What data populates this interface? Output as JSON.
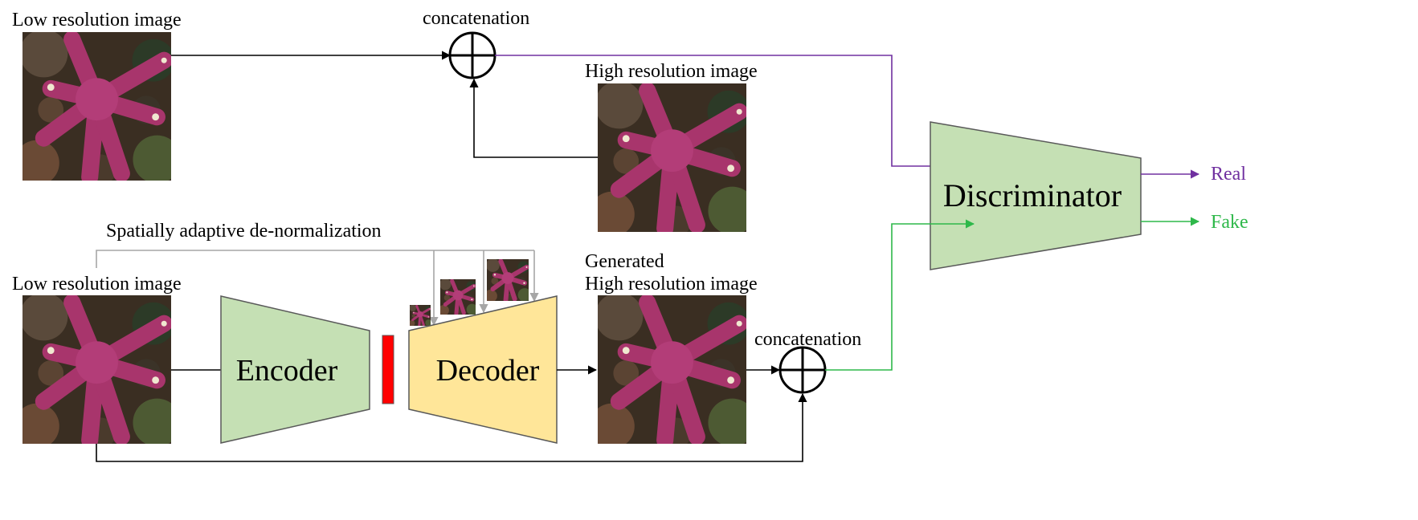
{
  "labels": {
    "low_res_top": "Low resolution image",
    "concat_top": "concatenation",
    "high_res": "High resolution image",
    "spade": "Spatially adaptive de-normalization",
    "low_res_bottom": "Low resolution image",
    "generated_line1": "Generated",
    "generated_line2": "High resolution image",
    "concat_bottom": "concatenation",
    "encoder": "Encoder",
    "decoder": "Decoder",
    "discriminator": "Discriminator",
    "real": "Real",
    "fake": "Fake"
  },
  "colors": {
    "encoder_fill": "#c5e0b4",
    "discriminator_fill": "#c5e0b4",
    "decoder_fill": "#ffe699",
    "block_stroke": "#595959",
    "latent_fill": "#ff0000",
    "real_path": "#7030a0",
    "fake_path": "#2eb84a",
    "spade_wire": "#a6a6a6",
    "wire": "#000000"
  },
  "images": {
    "low_res_top": "starfish-photo",
    "high_res": "starfish-photo",
    "low_res_bottom": "starfish-photo",
    "generated": "starfish-photo",
    "spade_scales": [
      "starfish-photo-small",
      "starfish-photo-medium",
      "starfish-photo-large"
    ]
  }
}
